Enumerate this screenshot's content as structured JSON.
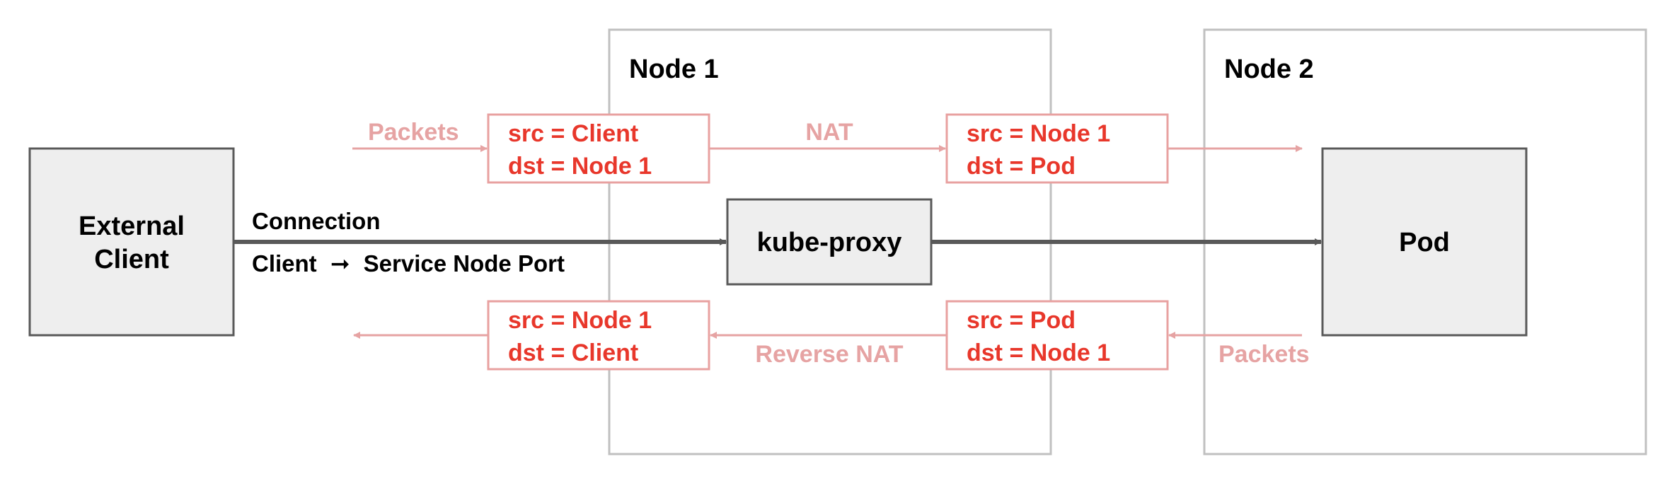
{
  "nodes": {
    "node1_title": "Node 1",
    "node2_title": "Node 2"
  },
  "boxes": {
    "external_client_line1": "External",
    "external_client_line2": "Client",
    "kube_proxy": "kube-proxy",
    "pod": "Pod"
  },
  "connection": {
    "title": "Connection",
    "detail_left": "Client",
    "arrow_glyph": "➞",
    "detail_right": "Service Node Port"
  },
  "forward_flow": {
    "in_label": "Packets",
    "nat_label": "NAT",
    "packet1": {
      "src": "src = Client",
      "dst": "dst = Node 1"
    },
    "packet2": {
      "src": "src = Node 1",
      "dst": "dst = Pod"
    }
  },
  "return_flow": {
    "in_label": "Packets",
    "reverse_nat_label": "Reverse NAT",
    "packet1": {
      "src": "src = Pod",
      "dst": "dst = Node 1"
    },
    "packet2": {
      "src": "src = Node 1",
      "dst": "dst = Client"
    }
  },
  "colors": {
    "node_border": "#c0c0c0",
    "box_fill": "#eeeeee",
    "box_border": "#595959",
    "main_arrow": "#595959",
    "packet_text": "#e8372b",
    "packet_border": "#e8a1a0",
    "flow_arrow": "#e6a3a3",
    "flow_label": "#e6a3a3"
  }
}
